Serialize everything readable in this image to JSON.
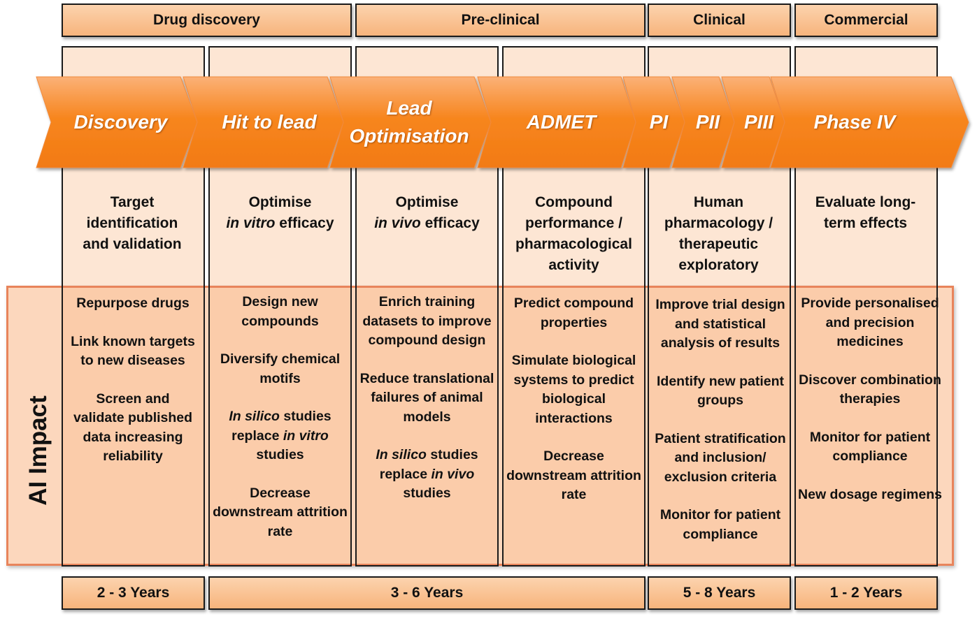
{
  "headers": [
    "Drug discovery",
    "Pre-clinical",
    "Clinical",
    "Commercial"
  ],
  "stages": [
    "Discovery",
    "Hit to lead",
    "Lead Optimisation",
    "ADMET",
    "PI",
    "PII",
    "PIII",
    "Phase IV"
  ],
  "descriptions": [
    "Target identification and validation",
    "Optimise in vitro efficacy",
    "Optimise in vivo efficacy",
    "Compound performance / pharmacological activity",
    "Human pharmacology / therapeutic exploratory",
    "Evaluate long-term effects"
  ],
  "ai_label": "AI Impact",
  "impacts": [
    [
      "Repurpose drugs",
      "Link known targets to new diseases",
      "Screen and validate published data increasing reliability"
    ],
    [
      "Design new compounds",
      "Diversify chemical motifs",
      "In silico studies replace in vitro studies",
      "Decrease downstream attrition rate"
    ],
    [
      "Enrich training datasets to improve compound design",
      "Reduce translational failures of animal models",
      "In silico studies replace in vivo studies"
    ],
    [
      "Predict compound properties",
      "Simulate biological systems to predict biological interactions",
      "Decrease downstream attrition rate"
    ],
    [
      "Improve trial design and statistical analysis of results",
      "Identify new patient groups",
      "Patient stratification and inclusion/ exclusion criteria",
      "Monitor for patient compliance"
    ],
    [
      "Provide personalised and precision medicines",
      "Discover combination therapies",
      "Monitor for patient compliance",
      "New dosage regimens"
    ]
  ],
  "durations": [
    "2 - 3 Years",
    "3 - 6 Years",
    "5 - 8 Years",
    "1 - 2 Years"
  ],
  "colors": {
    "arrow": "#f7861f",
    "header": "#f8b67f",
    "column": "#fde6d4",
    "impact_border": "#e8845b"
  }
}
